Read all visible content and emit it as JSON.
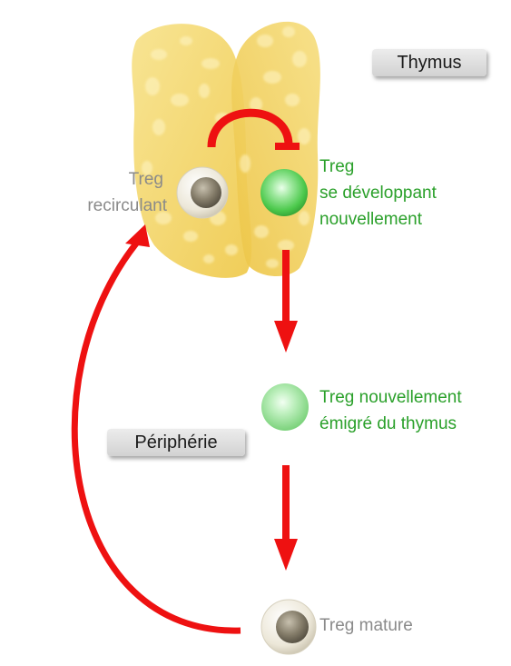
{
  "labels": {
    "thymus": "Thymus",
    "peripherie": "Périphérie",
    "treg_recirculant": [
      "Treg",
      "recirculant"
    ],
    "treg_developpant": [
      "Treg",
      "se développant",
      "nouvellement"
    ],
    "treg_emigre": [
      "Treg nouvellement",
      "émigré du thymus"
    ],
    "treg_mature": "Treg mature"
  },
  "colors": {
    "arrow": "#ee1111",
    "thymus_fill": "#f4d35e",
    "new_cell": "#4cc94c",
    "mature_cell": "#7a7466",
    "green_text": "#2aa02a",
    "grey_text": "#8a8a8a"
  }
}
